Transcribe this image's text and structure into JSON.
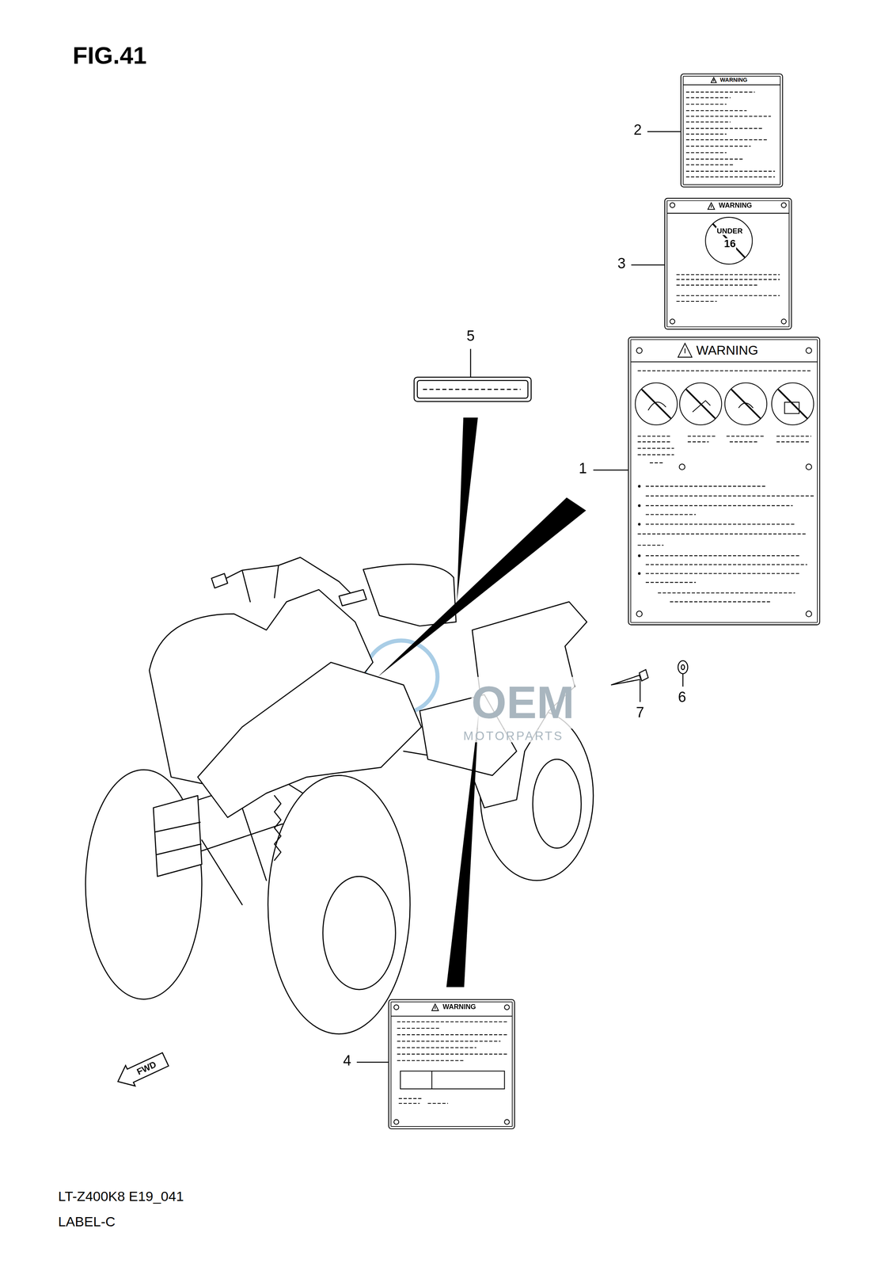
{
  "diagram": {
    "title": "FIG.41",
    "nodes": [
      {
        "text": [
          "WARNING"
        ]
      },
      {
        "text": [
          "WARNING",
          "UNDER",
          "16"
        ]
      },
      {
        "text": [
          "WARNING"
        ]
      },
      {
        "text": [
          "WARNING"
        ]
      }
    ],
    "labels": [
      "2",
      "3",
      "5",
      "1",
      "6",
      "7",
      "4",
      "OEM",
      "MOTORPARTS",
      "FWD",
      "LT-Z400K8 E19_041",
      "LABEL-C"
    ]
  }
}
